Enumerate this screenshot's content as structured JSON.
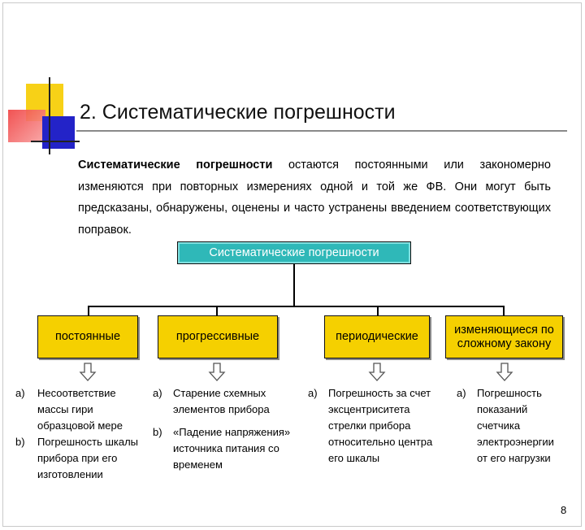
{
  "slide": {
    "title": "2. Систематические погрешности",
    "paragraph_bold": "Систематические погрешности",
    "paragraph_rest": " остаются постоянными или закономерно изменяются при повторных измерениях одной и той же ФВ. Они могут быть предсказаны, обнаружены, оценены и часто устранены введением соответствующих поправок.",
    "page_number": "8"
  },
  "diagram": {
    "root": "Систематические погрешности",
    "categories": [
      {
        "label": "постоянные",
        "items": [
          {
            "marker": "a)",
            "text": "Несоответствие массы гири образцовой мере"
          },
          {
            "marker": "b)",
            "text": "Погрешность шкалы прибора при его изготовлении"
          }
        ]
      },
      {
        "label": "прогрессивные",
        "items": [
          {
            "marker": "a)",
            "text": "Старение схемных элементов прибора"
          },
          {
            "marker": "b)",
            "text": "«Падение напряжения» источника питания со временем"
          }
        ]
      },
      {
        "label": "периодические",
        "items": [
          {
            "marker": "a)",
            "text": "Погрешность за счет эксцентриситета стрелки прибора относительно центра его шкалы"
          }
        ]
      },
      {
        "label": "изменяющиеся по сложному закону",
        "items": [
          {
            "marker": "a)",
            "text": "Погрешность показаний счетчика электроэнергии от его нагрузки"
          }
        ]
      }
    ]
  },
  "colors": {
    "root_fill": "#2fb8b8",
    "category_fill": "#f5d000",
    "deco_yellow": "#f7d117",
    "deco_red": "#f04040",
    "deco_blue": "#2323c8"
  }
}
